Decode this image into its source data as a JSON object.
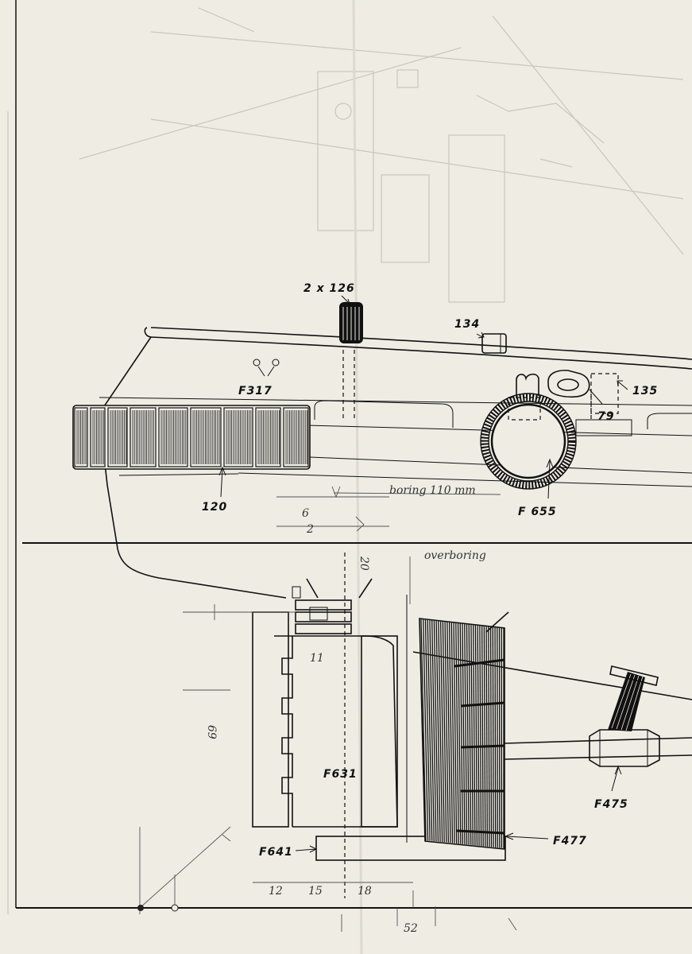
{
  "upper_view": {
    "labels": {
      "l_2x126": "2 x 126",
      "l_134": "134",
      "l_f317": "F317",
      "l_135": "135",
      "l_79": "79",
      "l_120": "120",
      "l_f655": "F 655"
    },
    "notes": {
      "boring": "boring 110 mm",
      "six": "6",
      "two": "2"
    }
  },
  "lower_view": {
    "labels": {
      "l_f631": "F631",
      "l_f641": "F641",
      "l_f477": "F477",
      "l_f475": "F475"
    },
    "notes": {
      "d20": "20",
      "d11": "11",
      "d69": "69",
      "overboring": "overboring",
      "d12": "12",
      "d15": "15",
      "d18": "18",
      "d52": "52"
    }
  }
}
